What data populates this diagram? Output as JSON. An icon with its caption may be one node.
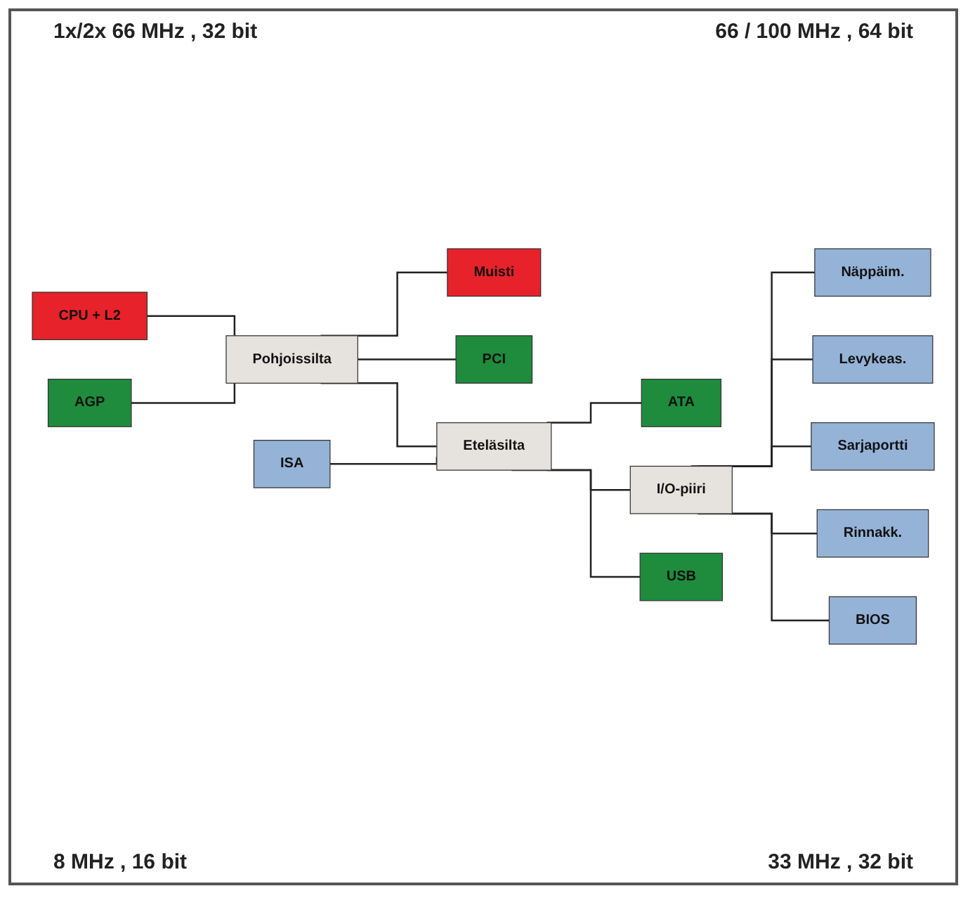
{
  "diagram": {
    "nodes": [
      {
        "text": [
          "CPU + L2"
        ]
      },
      {
        "text": [
          "AGP"
        ]
      },
      {
        "text": [
          "Pohjoissilta"
        ]
      },
      {
        "text": [
          "Muisti"
        ]
      },
      {
        "text": [
          "ISA"
        ]
      },
      {
        "text": [
          "PCI"
        ]
      },
      {
        "text": [
          "Näppäim."
        ]
      },
      {
        "text": [
          "Levykeas."
        ]
      },
      {
        "text": [
          "Eteläsilta"
        ]
      },
      {
        "text": [
          "ATA"
        ]
      },
      {
        "text": [
          "Sarjaportti"
        ]
      },
      {
        "text": [
          "I/O-piiri"
        ]
      },
      {
        "text": [
          "USB"
        ]
      },
      {
        "text": [
          "Rinnakk."
        ]
      },
      {
        "text": [
          "BIOS"
        ]
      }
    ],
    "edges": [
      {
        "from": 0,
        "to": 2,
        "arrow": "none"
      },
      {
        "from": 1,
        "to": 2,
        "arrow": "none"
      },
      {
        "from": 2,
        "to": 3,
        "arrow": "none"
      },
      {
        "from": 2,
        "to": 5,
        "arrow": "none"
      },
      {
        "from": 2,
        "to": 8,
        "arrow": "none"
      },
      {
        "from": 4,
        "to": 8,
        "arrow": "none"
      },
      {
        "from": 8,
        "to": 9,
        "arrow": "none"
      },
      {
        "from": 8,
        "to": 12,
        "arrow": "none"
      },
      {
        "from": 8,
        "to": 11,
        "arrow": "none"
      },
      {
        "from": 11,
        "to": 6,
        "arrow": "none"
      },
      {
        "from": 11,
        "to": 7,
        "arrow": "none"
      },
      {
        "from": 11,
        "to": 10,
        "arrow": "none"
      },
      {
        "from": 11,
        "to": 13,
        "arrow": "none"
      },
      {
        "from": 11,
        "to": 14,
        "arrow": "none"
      }
    ],
    "labels": [
      "1x/2x 66 MHz , 32 bit",
      "66 / 100 MHz , 64 bit",
      "8 MHz , 16 bit",
      "33 MHz , 32 bit"
    ]
  }
}
